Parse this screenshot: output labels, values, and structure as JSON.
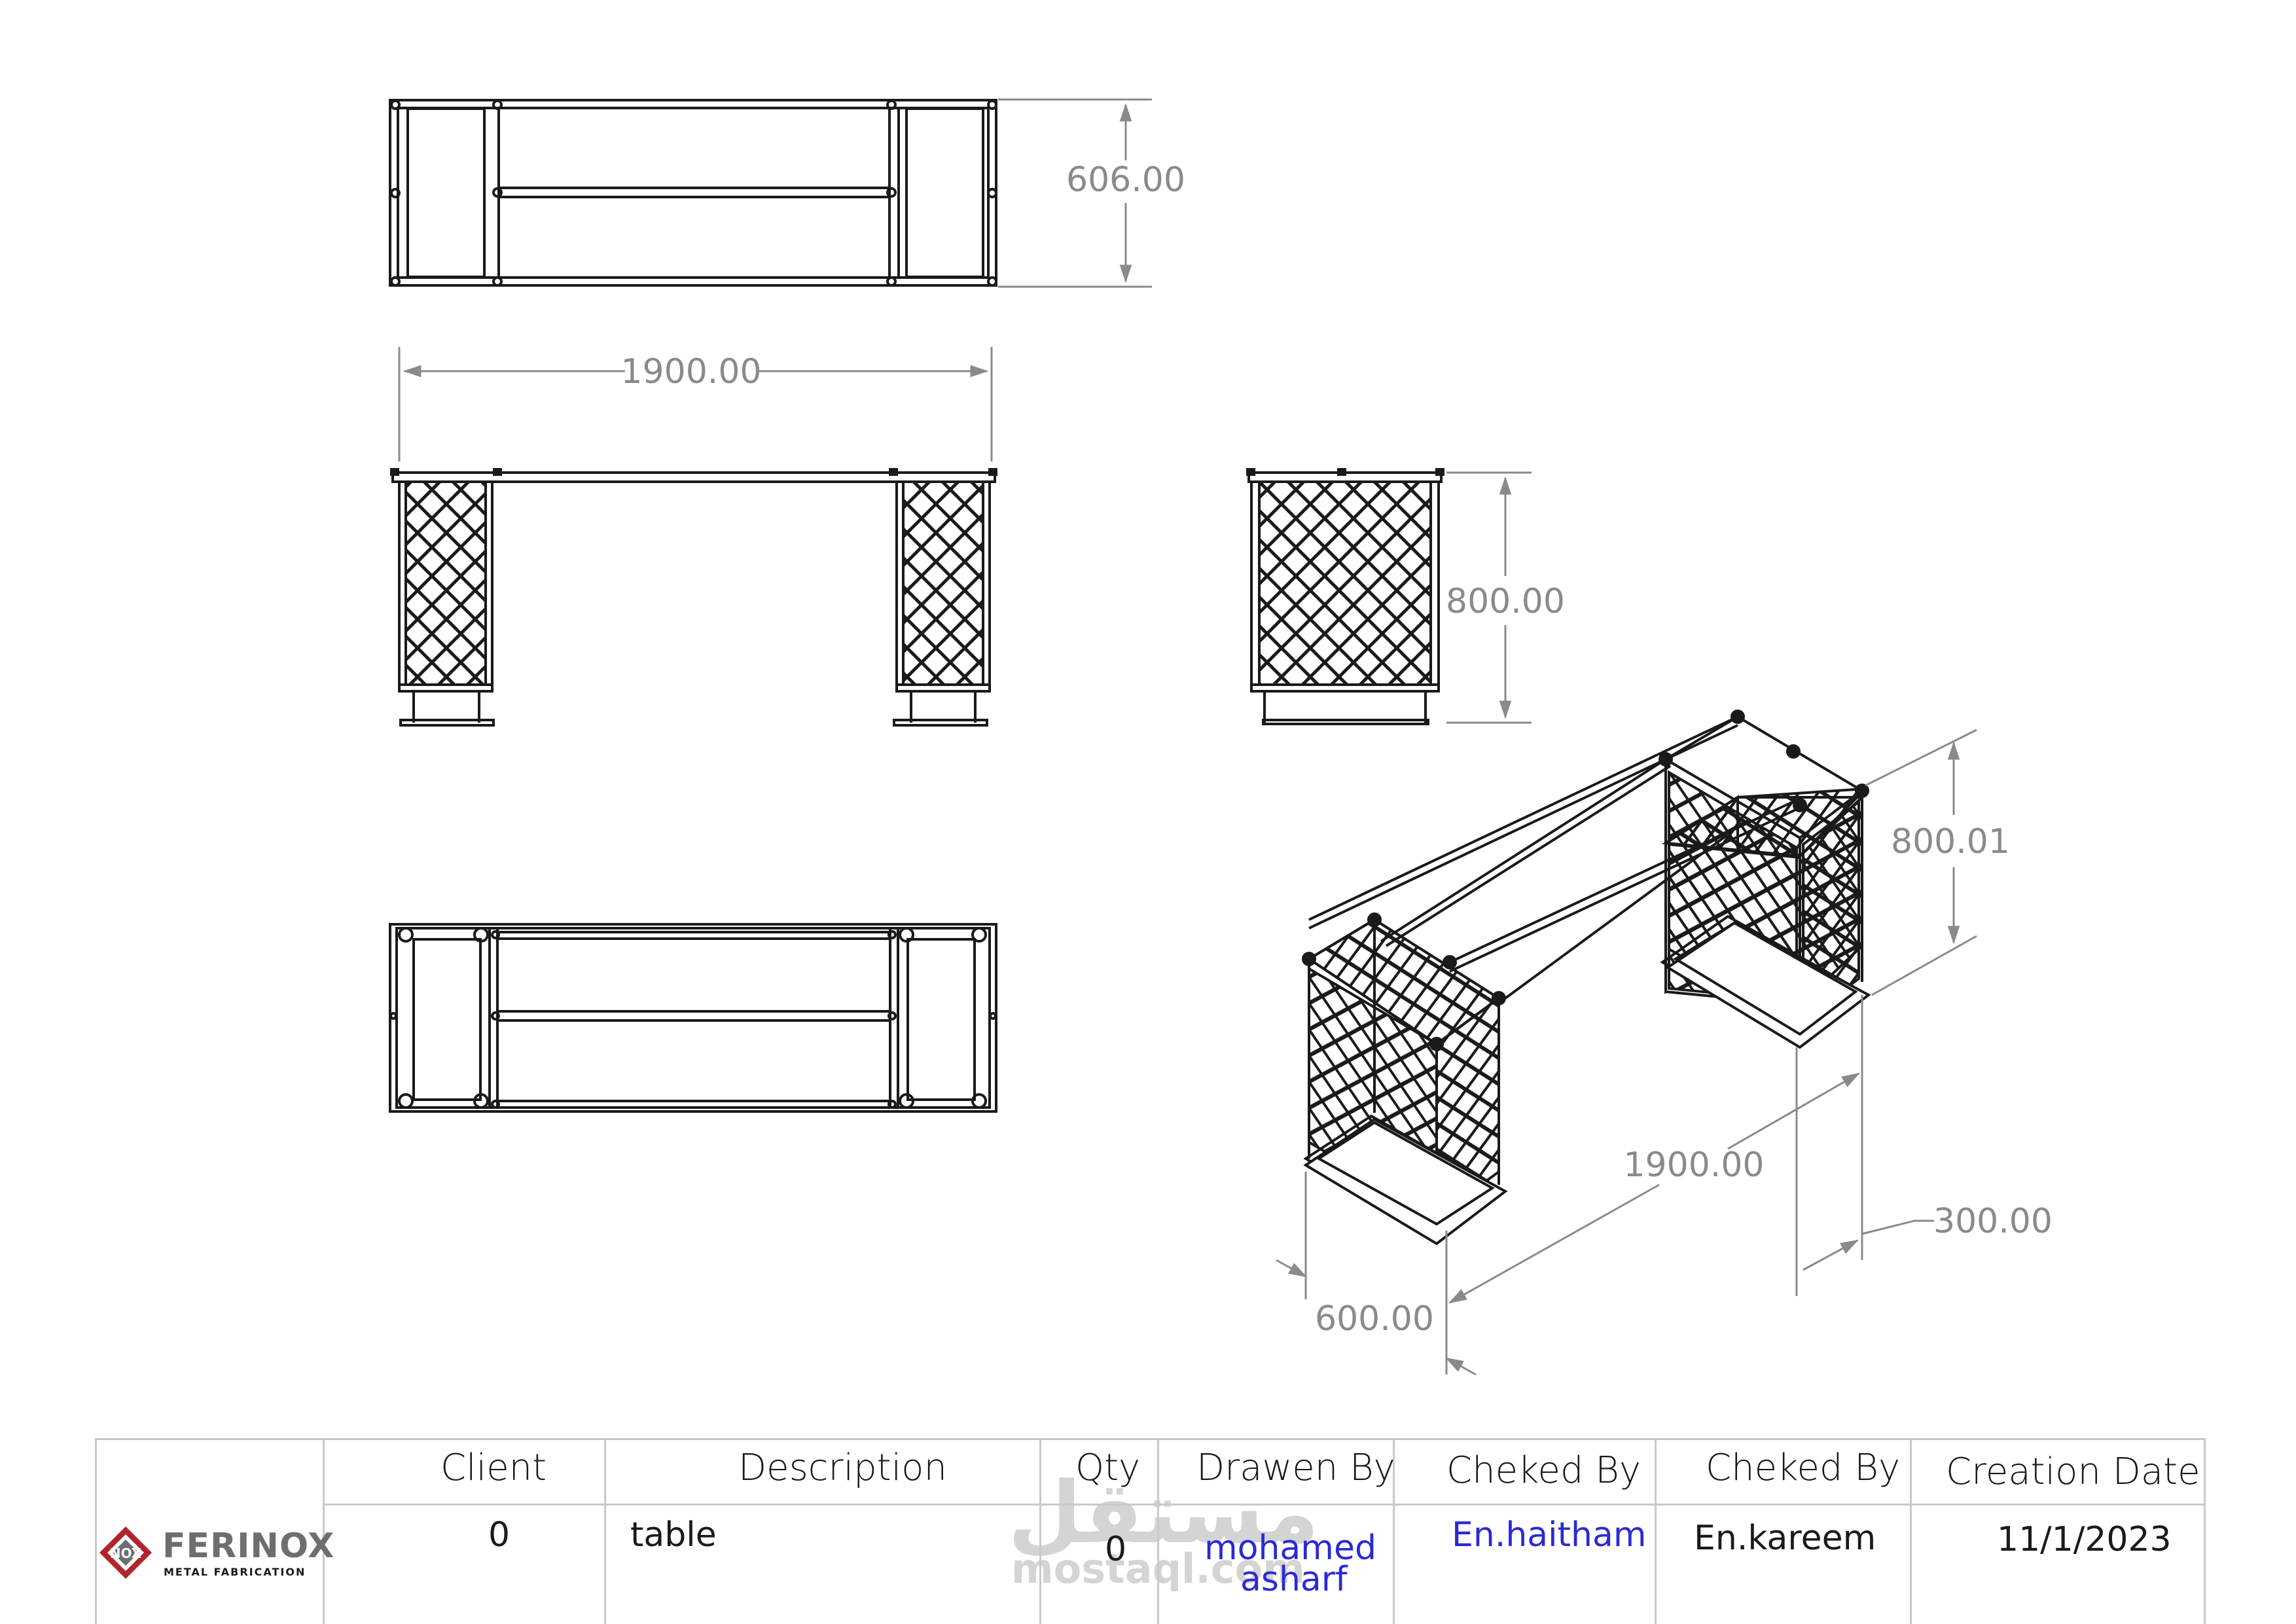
{
  "dimensions": {
    "top_view_depth": "606.00",
    "front_view_length": "1900.00",
    "side_view_height": "800.00",
    "iso_height": "800.01",
    "iso_length": "1900.00",
    "iso_base_offset": "300.00",
    "iso_width": "600.00"
  },
  "title_block": {
    "headers": {
      "client": "Client",
      "description": "Description",
      "qty": "Qty",
      "drawn_by": "Drawen By",
      "checked_by_1": "Cheked By",
      "checked_by_2": "Cheked By",
      "creation_date": "Creation Date"
    },
    "values": {
      "client": "0",
      "description": "table",
      "qty": "0",
      "drawn_by_line1": "mohamed",
      "drawn_by_line2": "asharf",
      "checked_by_1": "En.haitham",
      "checked_by_2": "En.kareem",
      "creation_date": "11/1/2023"
    },
    "logo": {
      "name": "FERINOX",
      "tagline": "METAL FABRICATION",
      "mark": "NOX"
    }
  },
  "watermark": {
    "arabic": "مستقل",
    "latin": "mostaql.com"
  },
  "colors": {
    "line": "#1a1a1a",
    "dimension": "#8a8a8a",
    "blue_text": "#2a2ad6",
    "logo_red": "#b0242a",
    "logo_gray": "#6d6e71"
  }
}
